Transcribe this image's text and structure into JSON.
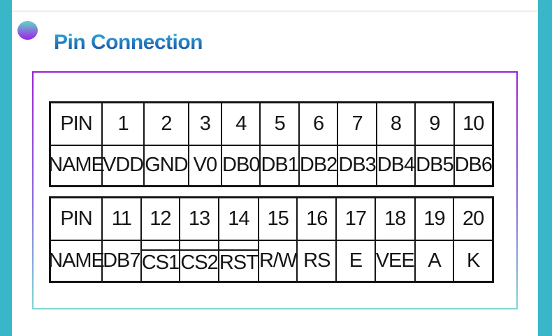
{
  "header": {
    "title": "Pin Connection",
    "bullet_icon": "gradient-dot-icon"
  },
  "colors": {
    "side_bar_teal": "#3ab6c9",
    "title_blue_top": "#2da3d9",
    "title_blue_bottom": "#1a55a6",
    "bullet_teal_top": "#67c7cb",
    "bullet_purple_bottom": "#9a30e5",
    "panel_border_purple_top": "#9b1ed2",
    "panel_border_cyan_bottom": "#7ed7d3",
    "table_line_black": "#151515"
  },
  "pin_tables": [
    {
      "rows": [
        {
          "label": "PIN",
          "cells": [
            {
              "text": "1"
            },
            {
              "text": "2"
            },
            {
              "text": "3"
            },
            {
              "text": "4"
            },
            {
              "text": "5"
            },
            {
              "text": "6"
            },
            {
              "text": "7"
            },
            {
              "text": "8"
            },
            {
              "text": "9"
            },
            {
              "text": "10"
            }
          ]
        },
        {
          "label": "NAME",
          "cells": [
            {
              "text": "VDD"
            },
            {
              "text": "GND"
            },
            {
              "text": "V0"
            },
            {
              "text": "DB0"
            },
            {
              "text": "DB1"
            },
            {
              "text": "DB2"
            },
            {
              "text": "DB3"
            },
            {
              "text": "DB4"
            },
            {
              "text": "DB5"
            },
            {
              "text": "DB6"
            }
          ]
        }
      ]
    },
    {
      "rows": [
        {
          "label": "PIN",
          "cells": [
            {
              "text": "11"
            },
            {
              "text": "12"
            },
            {
              "text": "13"
            },
            {
              "text": "14"
            },
            {
              "text": "15"
            },
            {
              "text": "16"
            },
            {
              "text": "17"
            },
            {
              "text": "18"
            },
            {
              "text": "19"
            },
            {
              "text": "20"
            }
          ]
        },
        {
          "label": "NAME",
          "cells": [
            {
              "text": "DB7"
            },
            {
              "text": "CS1",
              "overline": true
            },
            {
              "text": "CS2",
              "overline": true
            },
            {
              "text": "RST",
              "overline": true
            },
            {
              "text": "R/W"
            },
            {
              "text": "RS"
            },
            {
              "text": "E"
            },
            {
              "text": "VEE"
            },
            {
              "text": "A"
            },
            {
              "text": "K"
            }
          ]
        }
      ]
    }
  ]
}
